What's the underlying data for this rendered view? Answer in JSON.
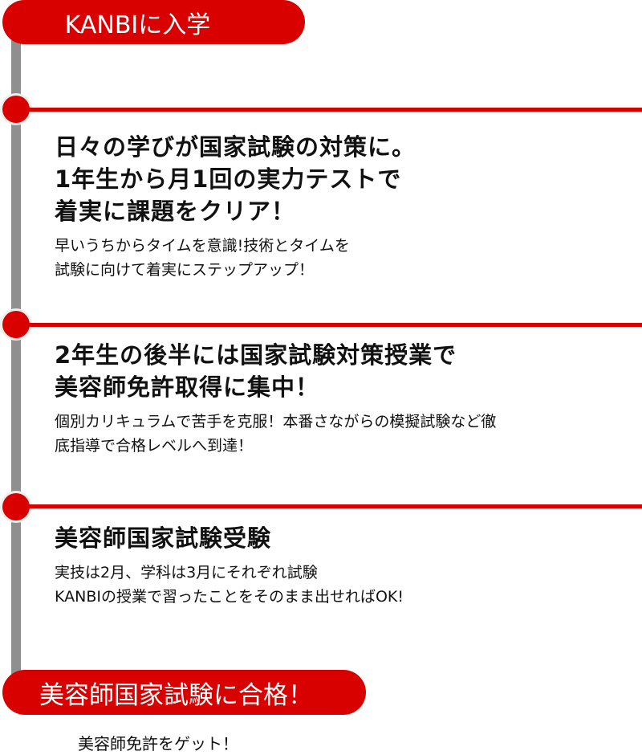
{
  "start_label": "KANBIに入学",
  "steps": [
    {
      "heading": [
        "日々の学びが国家試験の対策に。",
        "1年生から月1回の実力テストで",
        "着実に課題をクリア！"
      ],
      "body": [
        "早いうちからタイムを意識!技術とタイムを",
        "試験に向けて着実にステップアップ！"
      ]
    },
    {
      "heading": [
        "2年生の後半には国家試験対策授業で",
        "美容師免許取得に集中！"
      ],
      "body": [
        "個別カリキュラムで苦手を克服！本番さながらの模擬試験など徹",
        "底指導で合格レベルへ到達！"
      ]
    },
    {
      "heading": [
        "美容師国家試験受験"
      ],
      "body": [
        "実技は2月、学科は3月にそれぞれ試験",
        "KANBIの授業で習ったことをそのまま出せればOK!"
      ]
    }
  ],
  "goal_label": "美容師国家試験に合格！",
  "goal_note": "美容師免許をゲット！",
  "colors": {
    "accent": "#d90000",
    "line": "#8f8f8f"
  }
}
